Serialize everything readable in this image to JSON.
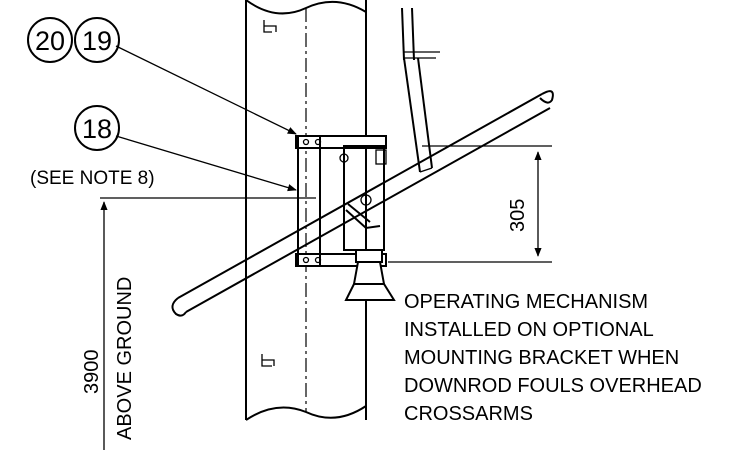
{
  "callouts": {
    "item_20": "20",
    "item_19": "19",
    "item_18": "18",
    "note_ref": "(SEE NOTE 8)"
  },
  "dimensions": {
    "vertical_offset": "305",
    "height_value": "3900",
    "height_text": "ABOVE GROUND"
  },
  "description": {
    "lines": [
      "OPERATING MECHANISM",
      "INSTALLED ON OPTIONAL",
      "MOUNTING BRACKET WHEN",
      "DOWNROD FOULS OVERHEAD",
      "CROSSARMS"
    ]
  },
  "colors": {
    "ink": "#000000",
    "paper": "#ffffff"
  }
}
